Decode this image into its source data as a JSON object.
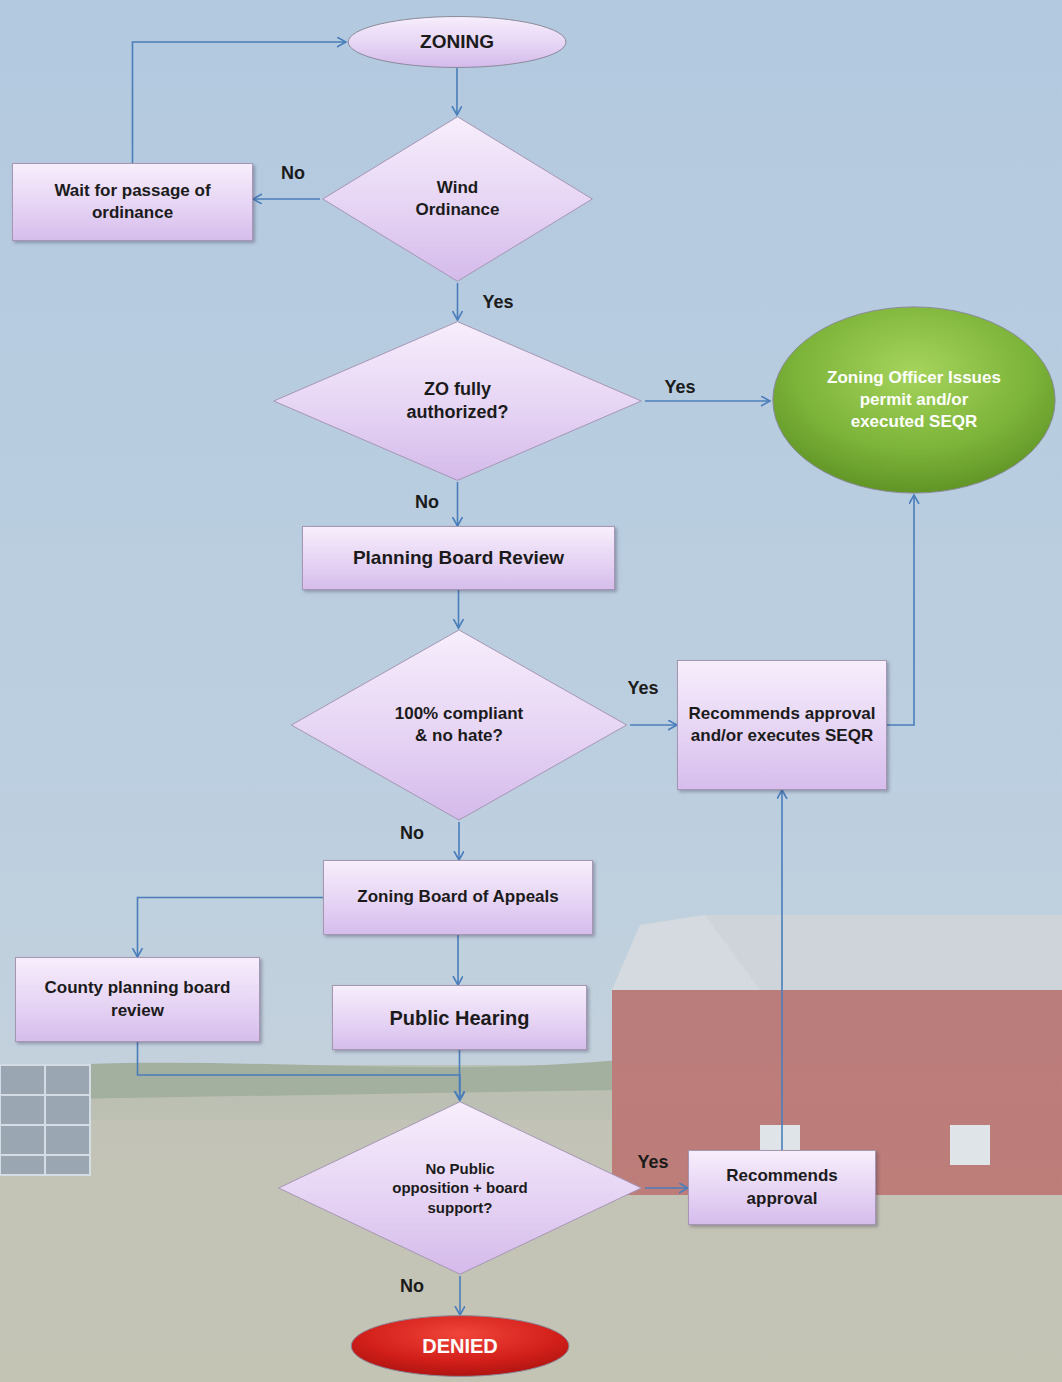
{
  "diagram": {
    "nodes": [
      {
        "text": [
          "ZONING"
        ]
      },
      {
        "text": [
          "Wind Ordinance"
        ]
      },
      {
        "text": [
          "Wait for passage of ordinance"
        ]
      },
      {
        "text": [
          "ZO fully authorized?"
        ]
      },
      {
        "text": [
          "Zoning Officer Issues permit and/or executed SEQR"
        ]
      },
      {
        "text": [
          "Planning Board Review"
        ]
      },
      {
        "text": [
          "100% compliant & no hate?"
        ]
      },
      {
        "text": [
          "Recommends approval and/or executes SEQR"
        ]
      },
      {
        "text": [
          "Zoning Board of Appeals"
        ]
      },
      {
        "text": [
          "County planning board review"
        ]
      },
      {
        "text": [
          "Public Hearing"
        ]
      },
      {
        "text": [
          "No Public opposition + board support?"
        ]
      },
      {
        "text": [
          "Recommends approval"
        ]
      },
      {
        "text": [
          "DENIED"
        ]
      }
    ],
    "edges": [
      {
        "from": 0,
        "to": 1,
        "arrow": "to"
      },
      {
        "from": 1,
        "to": 2,
        "label": "No",
        "arrow": "to"
      },
      {
        "from": 2,
        "to": 0,
        "arrow": "to"
      },
      {
        "from": 1,
        "to": 3,
        "label": "Yes",
        "arrow": "to"
      },
      {
        "from": 3,
        "to": 4,
        "label": "Yes",
        "arrow": "to"
      },
      {
        "from": 3,
        "to": 5,
        "label": "No",
        "arrow": "to"
      },
      {
        "from": 5,
        "to": 6,
        "arrow": "to"
      },
      {
        "from": 6,
        "to": 7,
        "label": "Yes",
        "arrow": "to"
      },
      {
        "from": 6,
        "to": 8,
        "label": "No",
        "arrow": "to"
      },
      {
        "from": 7,
        "to": 4,
        "arrow": "to"
      },
      {
        "from": 8,
        "to": 9,
        "arrow": "to"
      },
      {
        "from": 8,
        "to": 10,
        "arrow": "to"
      },
      {
        "from": 9,
        "to": 11,
        "arrow": "to"
      },
      {
        "from": 10,
        "to": 11,
        "arrow": "to"
      },
      {
        "from": 11,
        "to": 12,
        "label": "Yes",
        "arrow": "to"
      },
      {
        "from": 12,
        "to": 7,
        "arrow": "to"
      },
      {
        "from": 11,
        "to": 13,
        "label": "No",
        "arrow": "to"
      }
    ]
  }
}
